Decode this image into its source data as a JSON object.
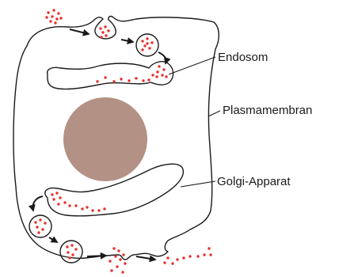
{
  "labels": {
    "endosome": "Endosom",
    "plasma_membrane": "Plasmamembran",
    "golgi": "Golgi-Apparat"
  },
  "colors": {
    "vesicle_dot": "#e8322e",
    "nucleus": "#b39184",
    "line": "#1a1a1a"
  }
}
